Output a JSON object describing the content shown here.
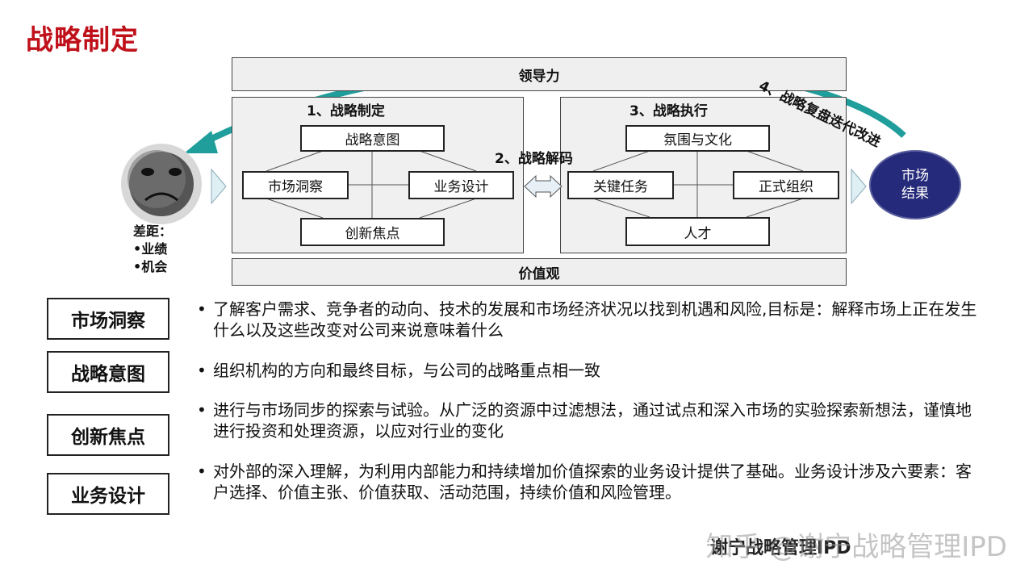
{
  "title": "战略制定",
  "leadership": "领导力",
  "values": "价值观",
  "stage1": {
    "label": "1、战略制定",
    "intent": "战略意图",
    "market": "市场洞察",
    "business": "业务设计",
    "innovation": "创新焦点"
  },
  "stage2": {
    "label": "2、战略解码"
  },
  "stage3": {
    "label": "3、战略执行",
    "culture": "氛围与文化",
    "tasks": "关键任务",
    "org": "正式组织",
    "talent": "人才"
  },
  "stage4": {
    "label": "4、战略复盘迭代改进"
  },
  "gap": {
    "title": "差距：",
    "items": [
      "•业绩",
      "•机会"
    ]
  },
  "result": {
    "line1": "市场",
    "line2": "结果"
  },
  "definitions": [
    {
      "term": "市场洞察",
      "text": "了解客户需求、竞争者的动向、技术的发展和市场经济状况以找到机遇和风险,目标是：解释市场上正在发生什么以及这些改变对公司来说意味着什么"
    },
    {
      "term": "战略意图",
      "text": "组织机构的方向和最终目标，与公司的战略重点相一致"
    },
    {
      "term": "创新焦点",
      "text": "进行与市场同步的探索与试验。从广泛的资源中过滤想法，通过试点和深入市场的实验探索新想法，谨慎地进行投资和处理资源，以应对行业的变化"
    },
    {
      "term": "业务设计",
      "text": "对外部的深入理解，为利用内部能力和持续增加价值探索的业务设计提供了基础。业务设计涉及六要素：客户选择、价值主张、价值获取、活动范围，持续价值和风险管理。"
    }
  ],
  "bullet_symbol": "•",
  "watermark": "知乎 @谢宁战略管理IPD",
  "watermark_overlay": "谢宁战略管理IPD",
  "colors": {
    "title": "#c0111b",
    "arrow": "#1f9e9b",
    "result_circle": "#262a7a"
  }
}
